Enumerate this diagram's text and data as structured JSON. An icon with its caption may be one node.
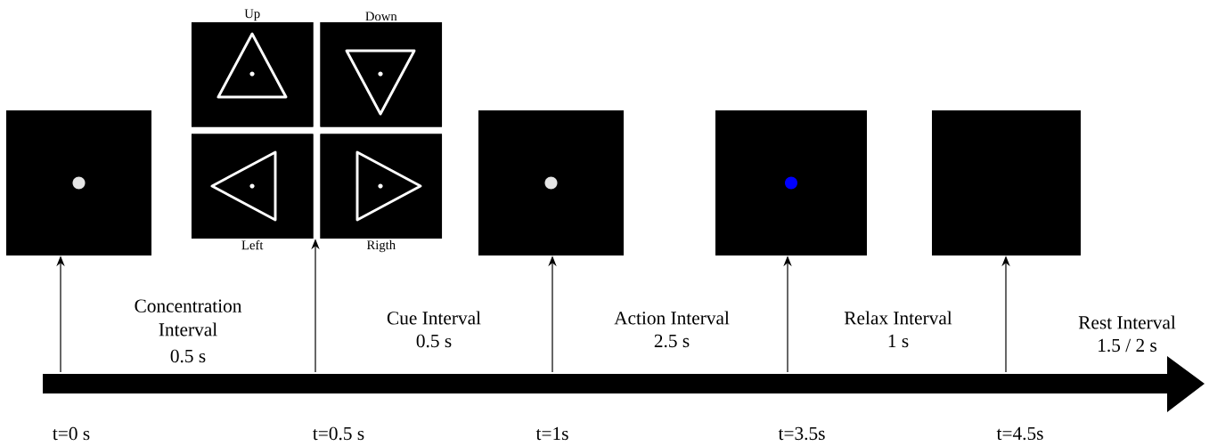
{
  "diagram": {
    "nodes": [
      {
        "text": [],
        "shape": "picture"
      },
      {
        "text": [],
        "shape": "box"
      },
      {
        "text": [
          "Up"
        ],
        "in": 1
      },
      {
        "text": [
          "Down"
        ],
        "in": 1
      },
      {
        "text": [
          "Left"
        ],
        "in": 1
      },
      {
        "text": [
          "Rigth"
        ],
        "in": 1
      },
      {
        "text": [],
        "shape": "picture"
      },
      {
        "text": [],
        "shape": "picture"
      },
      {
        "text": [],
        "shape": "box"
      }
    ],
    "edges": [
      {
        "from": null,
        "to": 0,
        "arrow": "to"
      },
      {
        "from": null,
        "to": 1,
        "arrow": "to"
      },
      {
        "from": null,
        "to": 6,
        "arrow": "to"
      },
      {
        "from": null,
        "to": 7,
        "arrow": "to"
      },
      {
        "from": null,
        "to": 8,
        "arrow": "to"
      }
    ],
    "labels": [
      "Concentration Interval",
      "0.5 s",
      "Cue Interval",
      "0.5 s",
      "Action Interval",
      "2.5 s",
      "Relax Interval",
      "1 s",
      "Rest Interval",
      "1.5 / 2 s",
      "t=0 s",
      "t=0.5 s",
      "t=1s",
      "t=3.5s",
      "t=4.5s"
    ]
  }
}
